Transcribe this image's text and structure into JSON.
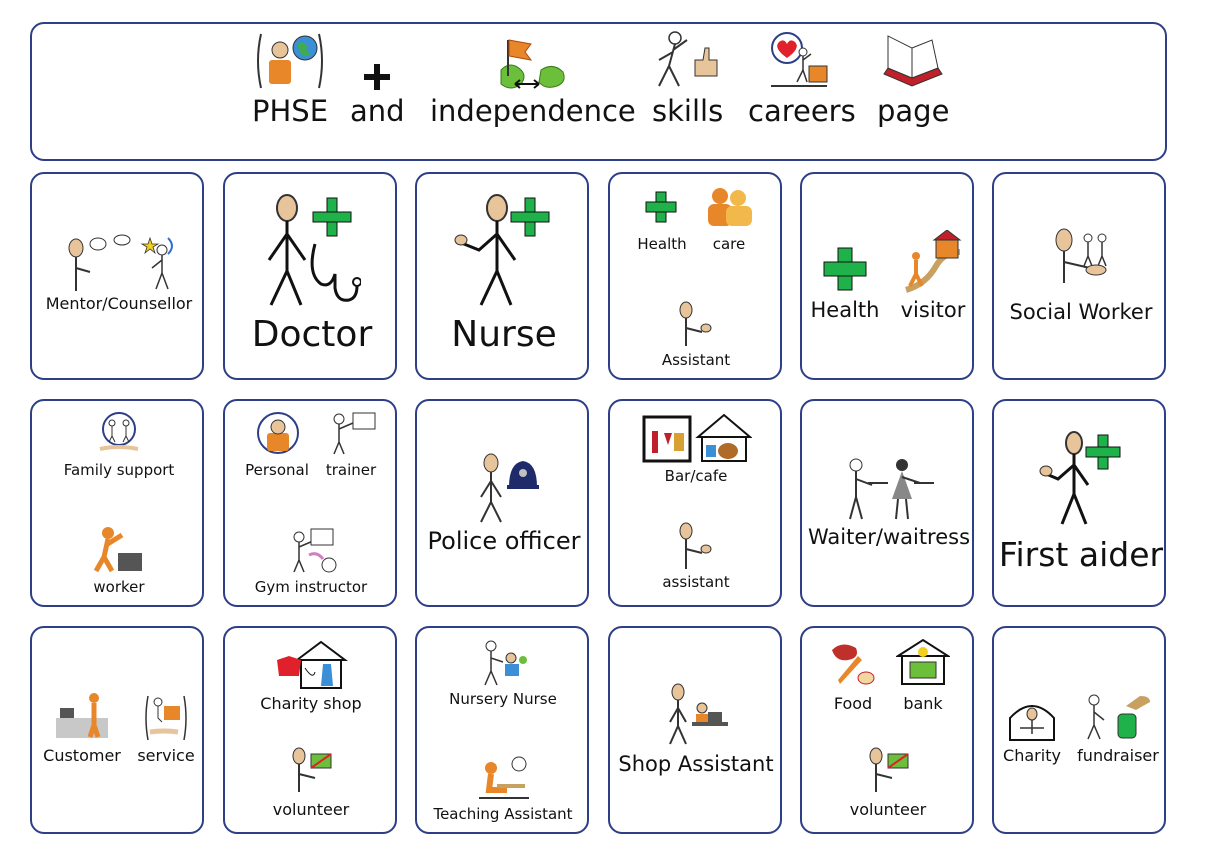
{
  "header": {
    "words": [
      "PHSE",
      "and",
      "independence",
      "skills",
      "careers",
      "page"
    ]
  },
  "grid": [
    {
      "id": "mentor",
      "labels": [
        "Mentor/Counsellor"
      ]
    },
    {
      "id": "doctor",
      "labels": [
        "Doctor"
      ]
    },
    {
      "id": "nurse",
      "labels": [
        "Nurse"
      ]
    },
    {
      "id": "hca",
      "labels": [
        "Health",
        "care",
        "Assistant"
      ]
    },
    {
      "id": "health-visitor",
      "labels": [
        "Health",
        "visitor"
      ]
    },
    {
      "id": "social-worker",
      "labels": [
        "Social Worker"
      ]
    },
    {
      "id": "family-support",
      "labels": [
        "Family support",
        "worker"
      ]
    },
    {
      "id": "pt",
      "labels": [
        "Personal",
        "trainer",
        "Gym instructor"
      ]
    },
    {
      "id": "police",
      "labels": [
        "Police officer"
      ]
    },
    {
      "id": "bar",
      "labels": [
        "Bar/cafe",
        "assistant"
      ]
    },
    {
      "id": "waiter",
      "labels": [
        "Waiter/waitress"
      ]
    },
    {
      "id": "first-aider",
      "labels": [
        "First aider"
      ]
    },
    {
      "id": "customer-service",
      "labels": [
        "Customer",
        "service"
      ]
    },
    {
      "id": "charity-shop",
      "labels": [
        "Charity shop",
        "volunteer"
      ]
    },
    {
      "id": "nursery",
      "labels": [
        "Nursery Nurse",
        "Teaching Assistant"
      ]
    },
    {
      "id": "shop-assistant",
      "labels": [
        "Shop Assistant"
      ]
    },
    {
      "id": "food-bank",
      "labels": [
        "Food",
        "bank",
        "volunteer"
      ]
    },
    {
      "id": "charity-fundraiser",
      "labels": [
        "Charity",
        "fundraiser"
      ]
    }
  ],
  "colors": {
    "border": "#2d3f86",
    "plus": "#1fb24a",
    "skin": "#e8c49a",
    "orange": "#e8862a"
  }
}
